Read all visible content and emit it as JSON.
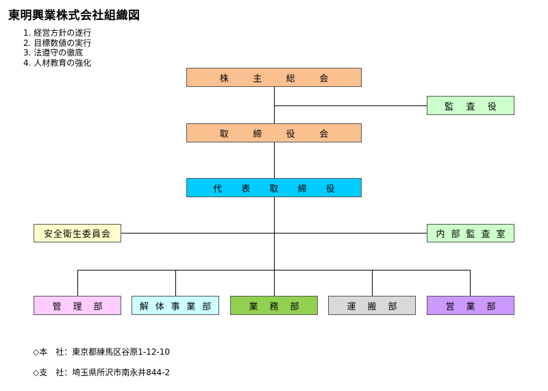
{
  "title": "東明興業株式会社組織図",
  "policies": [
    "1. 経営方針の遂行",
    "2. 目標数値の実行",
    "3. 法遵守の徹底",
    "4. 人材教育の強化"
  ],
  "nodes": {
    "shareholders": {
      "label": "株主総会",
      "color": "#fac090"
    },
    "auditor": {
      "label": "監査役",
      "color": "#ccffcc"
    },
    "board": {
      "label": "取締役会",
      "color": "#fac090"
    },
    "ceo": {
      "label": "代表取締役",
      "color": "#00ccff"
    },
    "safety_committee": {
      "label": "安全衛生委員会",
      "color": "#ffffcc"
    },
    "internal_audit": {
      "label": "内部監査室",
      "color": "#ccffcc"
    },
    "management": {
      "label": "管理部",
      "color": "#ffccff"
    },
    "demolition": {
      "label": "解体事業部",
      "color": "#ccffff"
    },
    "operations": {
      "label": "業務部",
      "color": "#92d050"
    },
    "transport": {
      "label": "運搬部",
      "color": "#d9d9d9"
    },
    "sales": {
      "label": "営業部",
      "color": "#cc99ff"
    }
  },
  "footer": {
    "head_office": "◇本　社：東京都練馬区谷原1-12-10",
    "branch_office": "◇支　社：埼玉県所沢市南永井844-2"
  }
}
